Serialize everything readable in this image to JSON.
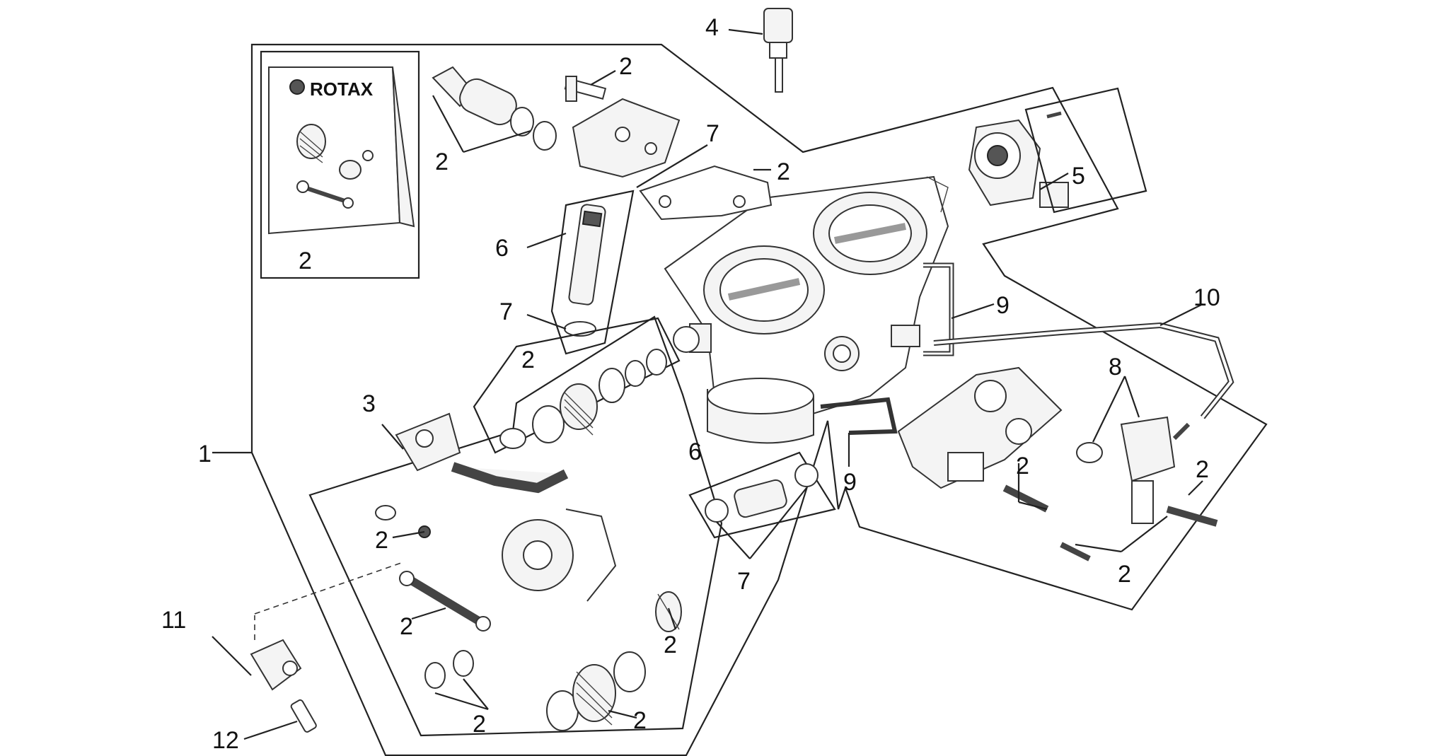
{
  "labels": {
    "p1": "1",
    "p2a": "2",
    "p2b": "2",
    "p2c": "2",
    "p2d": "2",
    "p2e": "2",
    "p2f": "2",
    "p2g": "2",
    "p2h": "2",
    "p2i": "2",
    "p2j": "2",
    "p2k": "2",
    "p2l": "2",
    "p2m": "2",
    "p3": "3",
    "p4": "4",
    "p5": "5",
    "p6a": "6",
    "p6b": "6",
    "p7a": "7",
    "p7b": "7",
    "p7c": "7",
    "p8": "8",
    "p9a": "9",
    "p9b": "9",
    "p10": "10",
    "p11": "11",
    "p12": "12"
  },
  "kit": {
    "brand": "ROTAX"
  }
}
